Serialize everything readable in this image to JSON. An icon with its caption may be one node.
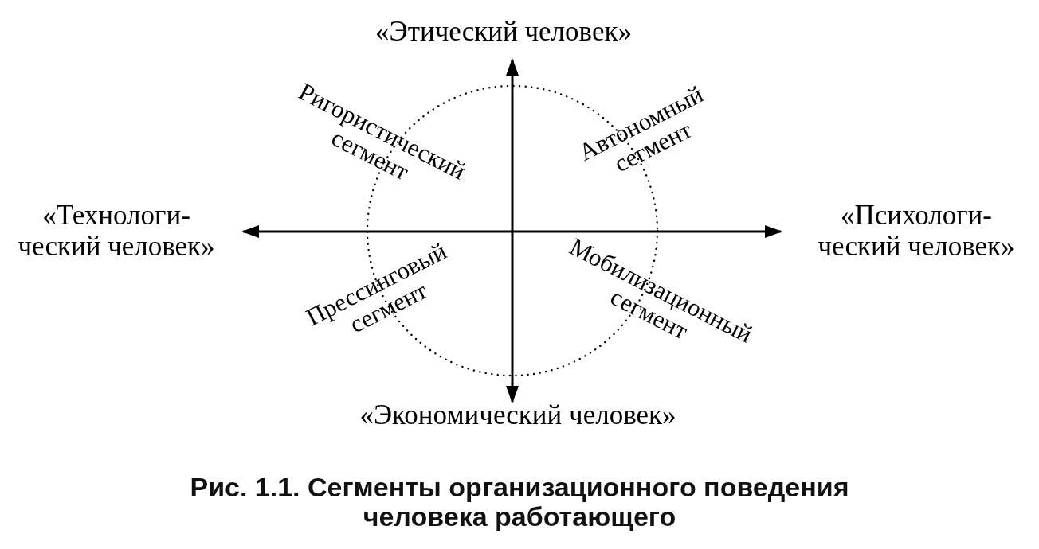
{
  "diagram": {
    "caption": "Рис. 1.1. Сегменты организационного поведения человека работающего",
    "labels": [
      "«Этический человек»",
      "Ригористический сегмент",
      "Автономный сегмент",
      "«Технологи- ческий человек»",
      "«Психологи- ческий человек»",
      "Прессинговый сегмент",
      "Мобилизационный сегмент",
      "«Экономический человек»"
    ]
  }
}
